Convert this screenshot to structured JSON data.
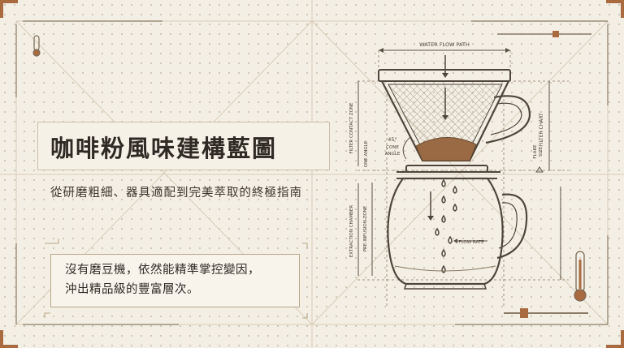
{
  "title": "咖啡粉風味建構藍圖",
  "subtitle": "從研磨粗細、器具適配到完美萃取的終極指南",
  "note_lines": [
    "沒有磨豆機，依然能精準掌控變因，",
    "沖出精品級的豐富層次。"
  ],
  "diagram": {
    "water_flow_path": "WATER FLOW PATH",
    "filter_chart": "FILTER CHART",
    "filter_contact_zone": "FILTER CONTACT ZONE",
    "cone_angle": "ONE ANGLE",
    "cone_angle_value": "45°",
    "cone_angle_text_1": "CONE",
    "cone_angle_text_2": "ANGLE",
    "flake_size_1": "FLAKE",
    "flake_size_2": "SIZE",
    "extraction_chamber": "EXTRACTION CHAMBER",
    "pre_infusion_zone": "PRE-INFUSION ZONE",
    "flow_rate": "FLOW RATE"
  },
  "colors": {
    "background": "#f4efe4",
    "line": "#5a5045",
    "accent": "#a86a3e",
    "coffee": "#7a4a2a"
  }
}
